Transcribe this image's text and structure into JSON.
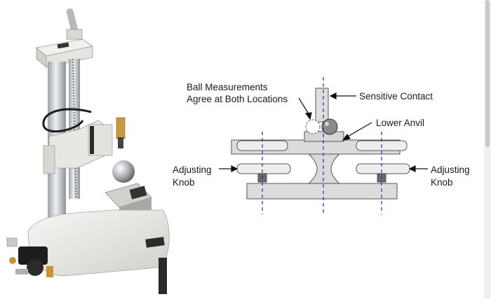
{
  "photo": {
    "subject": "bench-mounted-measuring-stand",
    "base_color": "#ecece8",
    "column_color": "#c9ccce",
    "accent_color": "#2b2b2b"
  },
  "diagram": {
    "labels": {
      "ball_measurements_line1": "Ball Measurements",
      "ball_measurements_line2": "Agree at Both Locations",
      "sensitive_contact": "Sensitive Contact",
      "lower_anvil": "Lower Anvil",
      "adjusting_knob_left_line1": "Adjusting",
      "adjusting_knob_left_line2": "Knob",
      "adjusting_knob_right_line1": "Adjusting",
      "adjusting_knob_right_line2": "Knob"
    },
    "colors": {
      "part_fill": "#dcdcdc",
      "part_stroke": "#555555",
      "centerline": "#2233aa",
      "ball": "#8a8a8a"
    }
  }
}
